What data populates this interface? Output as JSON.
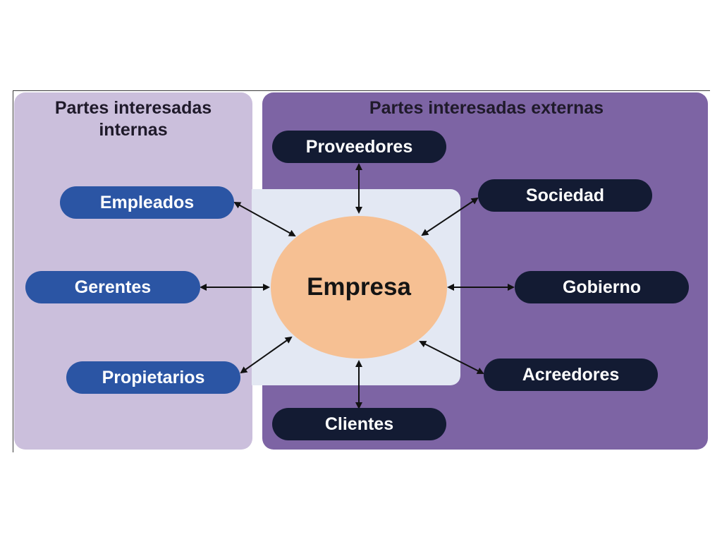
{
  "panels": {
    "internal": {
      "title_line1": "Partes interesadas",
      "title_line2": "internas"
    },
    "external": {
      "title": "Partes interesadas externas"
    }
  },
  "center": {
    "label": "Empresa"
  },
  "internal_stakeholders": [
    "Empleados",
    "Gerentes",
    "Propietarios"
  ],
  "external_stakeholders": [
    "Proveedores",
    "Sociedad",
    "Gobierno",
    "Acreedores",
    "Clientes"
  ],
  "colors": {
    "internal_panel": "#cbbfdc",
    "external_panel": "#7d64a4",
    "internal_pill": "#2b55a4",
    "external_pill": "#131b33",
    "hub": "#f6c093",
    "center_box": "#e3e8f3"
  }
}
